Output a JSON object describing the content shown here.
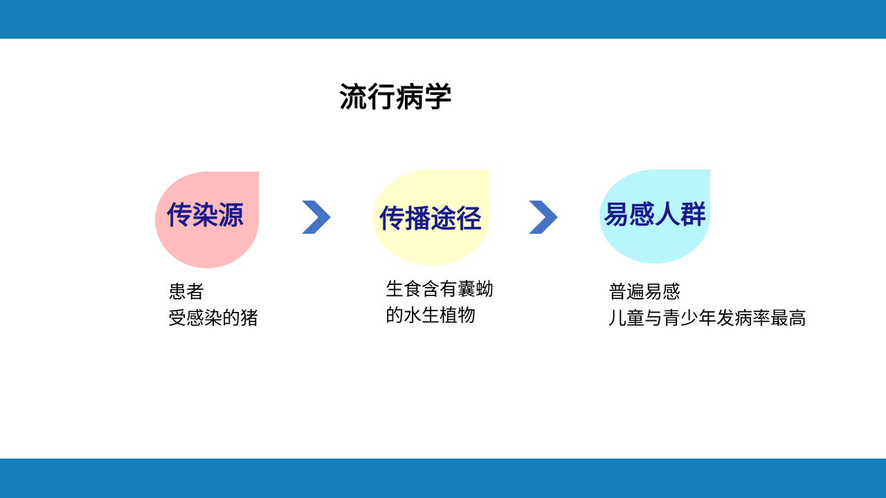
{
  "colors": {
    "band": "#157fb8",
    "arrow": "#4472c4",
    "label": "#1a1a8c",
    "drop_source": "#ffbcbc",
    "drop_route": "#ffffcc",
    "drop_population": "#b8f6fc"
  },
  "slide": {
    "title": "流行病学"
  },
  "stages": [
    {
      "label": "传染源",
      "lines": [
        "患者",
        "受感染的猪"
      ]
    },
    {
      "label": "传播途径",
      "lines": [
        "生食含有囊蚴",
        "的水生植物"
      ]
    },
    {
      "label": "易感人群",
      "lines": [
        "普遍易感",
        "儿童与青少年发病率最高"
      ]
    }
  ],
  "arrows": [
    {
      "icon": "chevron-right-icon"
    },
    {
      "icon": "chevron-right-icon"
    }
  ]
}
